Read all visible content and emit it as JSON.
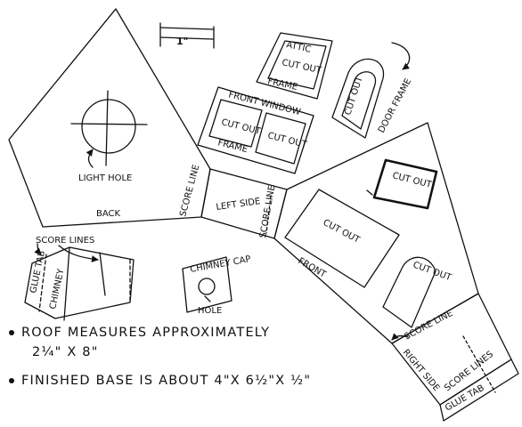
{
  "labels": {
    "scale": "1\"",
    "attic": "ATTIC",
    "cut_out": "CUT OUT",
    "frame": "FRAME",
    "front_window": "FRONT WINDOW",
    "door_frame": "DOOR FRAME",
    "light_hole": "LIGHT HOLE",
    "back": "BACK",
    "score_line": "SCORE LINE",
    "score_lines": "SCORE LINES",
    "left_side": "LEFT SIDE",
    "front": "FRONT",
    "right_side": "RIGHT SIDE",
    "glue_tab": "GLUE TAB",
    "chimney": "CHIMNEY",
    "chimney_cap": "CHIMNEY CAP",
    "hole": "HOLE"
  },
  "notes": {
    "roof_line1": "ROOF MEASURES APPROXIMATELY",
    "roof_line2": "2¼\" X 8\"",
    "base": "FINISHED BASE IS ABOUT 4\"X 6½\"X ½\""
  }
}
